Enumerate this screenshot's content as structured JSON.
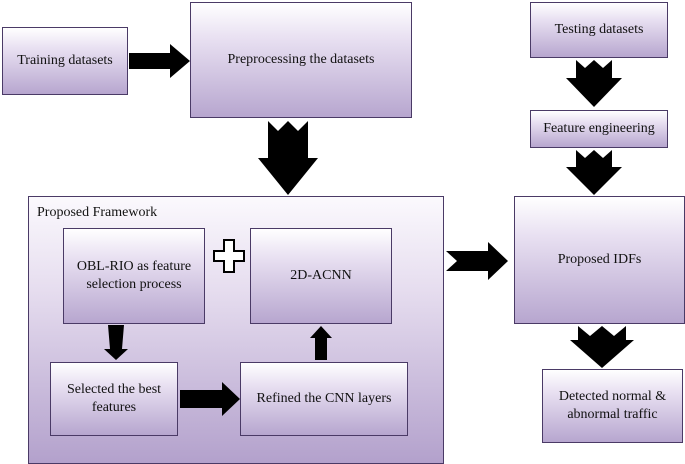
{
  "nodes": {
    "training": "Training datasets",
    "preprocessing": "Preprocessing the datasets",
    "testing": "Testing datasets",
    "feature_engineering": "Feature engineering",
    "framework_title": "Proposed Framework",
    "oblrio": "OBL-RIO as feature\nselection process",
    "acnn": "2D-ACNN",
    "selected": "Selected the best\nfeatures",
    "refined": "Refined the CNN layers",
    "idfs": "Proposed IDFs",
    "detected": "Detected normal &\nabnormal traffic"
  },
  "colors": {
    "box_border": "#4a3a66",
    "box_fill_top": "#ffffff",
    "box_fill_bottom": "#b7a6cf",
    "arrow": "#000000"
  }
}
